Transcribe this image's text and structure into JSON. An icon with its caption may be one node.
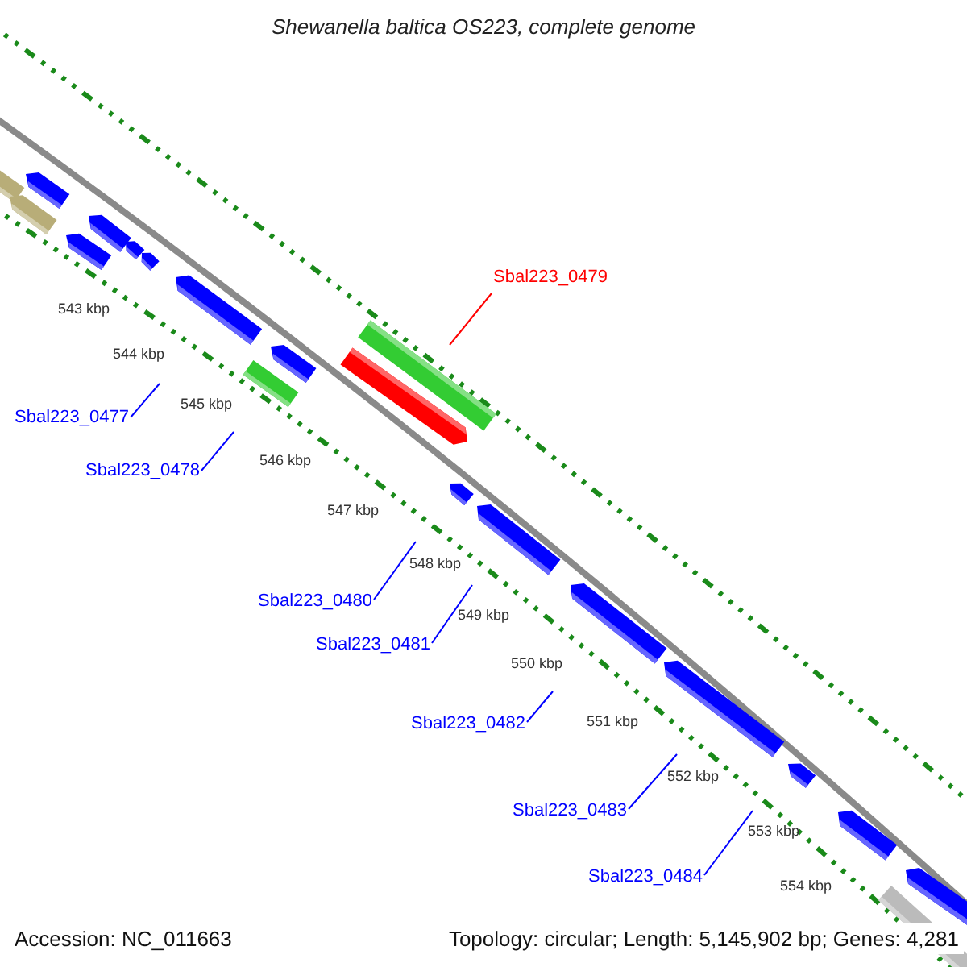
{
  "diagram": {
    "title": "Shewanella baltica OS223, complete genome",
    "nodes": [
      {
        "text": [
          "Sbal223_0479"
        ]
      },
      {
        "text": [
          "Sbal223_0477"
        ]
      },
      {
        "text": [
          "Sbal223_0478"
        ]
      },
      {
        "text": [
          "Sbal223_0480"
        ]
      },
      {
        "text": [
          "Sbal223_0481"
        ]
      },
      {
        "text": [
          "Sbal223_0482"
        ]
      },
      {
        "text": [
          "Sbal223_0483"
        ]
      },
      {
        "text": [
          "Sbal223_0484"
        ]
      }
    ],
    "edges": [
      {
        "from": 0,
        "to": null,
        "arrow": "none",
        "color": "#ff0000"
      },
      {
        "from": 1,
        "to": null,
        "arrow": "none"
      },
      {
        "from": 2,
        "to": null,
        "arrow": "none"
      },
      {
        "from": 3,
        "to": null,
        "arrow": "none"
      },
      {
        "from": 4,
        "to": null,
        "arrow": "none"
      },
      {
        "from": 5,
        "to": null,
        "arrow": "none"
      },
      {
        "from": 6,
        "to": null,
        "arrow": "none"
      },
      {
        "from": 7,
        "to": null,
        "arrow": "none"
      }
    ],
    "labels": [
      "543 kbp",
      "544 kbp",
      "545 kbp",
      "546 kbp",
      "547 kbp",
      "548 kbp",
      "549 kbp",
      "550 kbp",
      "551 kbp",
      "552 kbp",
      "553 kbp",
      "554 kbp",
      "Accession: NC_011663",
      "Topology: circular; Length: 5,145,902 bp; Genes: 4,281"
    ]
  }
}
